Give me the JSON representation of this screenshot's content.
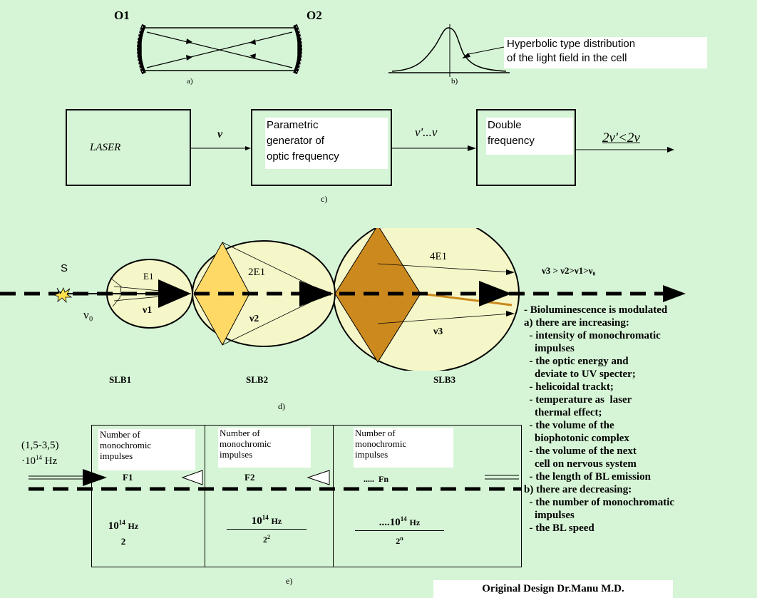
{
  "part_a": {
    "label_o1": "O1",
    "label_o2": "O2",
    "caption": "a)"
  },
  "part_b": {
    "caption": "b)",
    "note_line1": "Hyperbolic type distribution",
    "note_line2": "of the light field in the cell"
  },
  "part_c": {
    "laser": "LASER",
    "nu": "ν",
    "param_line1": "Parametric",
    "param_line2": "generator of",
    "param_line3": "optic frequency",
    "nu_range": "ν'...ν",
    "double_line1": "Double",
    "double_line2": "frequency",
    "output": "2ν'<2ν",
    "caption": "c)"
  },
  "part_d": {
    "source": "S",
    "nu0": "ν₀",
    "e1": "E1",
    "e2": "2E1",
    "e3": "4E1",
    "v1": "ν1",
    "v2": "ν2",
    "v3": "ν3",
    "relation": "ν3 > ν2>ν1>ν₀",
    "slb1": "SLB1",
    "slb2": "SLB2",
    "slb3": "SLB3",
    "caption": "d)"
  },
  "notes": {
    "heading": "- Bioluminescence is modulated",
    "increasing_heading": "a) there are increasing:",
    "increasing_items": [
      "  - intensity of monochromatic\n    impulses",
      "  - the optic energy and\n    deviate to UV specter;",
      "  - helicoidal trackt;",
      "  - temperature as  laser\n    thermal effect;",
      "  - the volume of the\n    biophotonic complex",
      "  - the volume of the next\n    cell on nervous system",
      "  - the length of BL emission"
    ],
    "decreasing_heading": "b) there are decreasing:",
    "decreasing_items": [
      "  - the number of monochromatic\n    impulses",
      "  - the BL speed"
    ]
  },
  "part_e": {
    "input_line1": "(1,5-3,5)",
    "input_line2": "·10",
    "input_exp": "14",
    "input_unit": "Hz",
    "cells": [
      {
        "title": "Number of\nmonochromic\nimpulses",
        "f": "F1",
        "num": "10",
        "exp": "14",
        "unit": "Hz",
        "den": "2"
      },
      {
        "title": "Number of\nmonochromic\nimpulses",
        "f": "F2",
        "num": "10",
        "exp": "14",
        "unit": "Hz",
        "den": "2",
        "den_exp": "2"
      },
      {
        "title": "Number of\nmonochromic\nimpulses",
        "f": ".....  Fn",
        "num": "....10",
        "exp": "14",
        "unit": "Hz",
        "den": "2",
        "den_exp": "n"
      }
    ],
    "caption": "e)"
  },
  "credit": "Original Design Dr.Manu M.D."
}
